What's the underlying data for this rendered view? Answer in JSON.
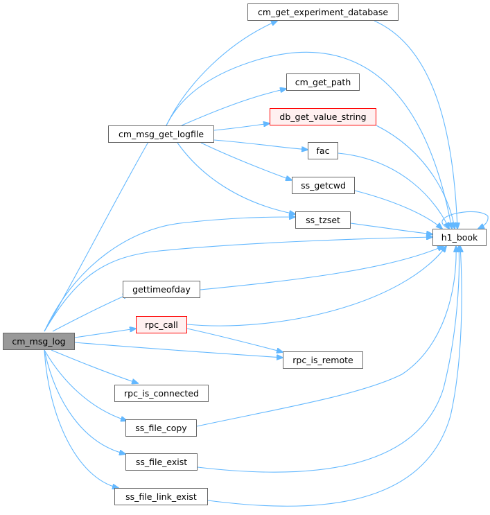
{
  "colors": {
    "edge": "#63b8ff",
    "root_fill": "#999999",
    "red_border": "#ff0000",
    "node_border": "#666666"
  },
  "nodes": {
    "cm_msg_log": "cm_msg_log",
    "cm_msg_get_logfile": "cm_msg_get_logfile",
    "cm_get_experiment_database": "cm_get_experiment_database",
    "cm_get_path": "cm_get_path",
    "db_get_value_string": "db_get_value_string",
    "fac": "fac",
    "ss_getcwd": "ss_getcwd",
    "ss_tzset": "ss_tzset",
    "h1_book": "h1_book",
    "gettimeofday": "gettimeofday",
    "rpc_call": "rpc_call",
    "rpc_is_remote": "rpc_is_remote",
    "rpc_is_connected": "rpc_is_connected",
    "ss_file_copy": "ss_file_copy",
    "ss_file_exist": "ss_file_exist",
    "ss_file_link_exist": "ss_file_link_exist"
  },
  "edges": [
    [
      "cm_msg_log",
      "cm_msg_get_logfile"
    ],
    [
      "cm_msg_log",
      "ss_tzset"
    ],
    [
      "cm_msg_log",
      "h1_book"
    ],
    [
      "cm_msg_log",
      "gettimeofday"
    ],
    [
      "cm_msg_log",
      "rpc_call"
    ],
    [
      "cm_msg_log",
      "rpc_is_remote"
    ],
    [
      "cm_msg_log",
      "rpc_is_connected"
    ],
    [
      "cm_msg_log",
      "ss_file_copy"
    ],
    [
      "cm_msg_log",
      "ss_file_exist"
    ],
    [
      "cm_msg_log",
      "ss_file_link_exist"
    ],
    [
      "cm_msg_get_logfile",
      "cm_get_experiment_database"
    ],
    [
      "cm_msg_get_logfile",
      "h1_book"
    ],
    [
      "cm_msg_get_logfile",
      "cm_get_path"
    ],
    [
      "cm_msg_get_logfile",
      "db_get_value_string"
    ],
    [
      "cm_msg_get_logfile",
      "fac"
    ],
    [
      "cm_msg_get_logfile",
      "ss_getcwd"
    ],
    [
      "cm_msg_get_logfile",
      "ss_tzset"
    ],
    [
      "cm_get_experiment_database",
      "h1_book"
    ],
    [
      "db_get_value_string",
      "h1_book"
    ],
    [
      "fac",
      "h1_book"
    ],
    [
      "ss_getcwd",
      "h1_book"
    ],
    [
      "ss_tzset",
      "h1_book"
    ],
    [
      "h1_book",
      "h1_book"
    ],
    [
      "gettimeofday",
      "h1_book"
    ],
    [
      "rpc_call",
      "h1_book"
    ],
    [
      "rpc_call",
      "rpc_is_remote"
    ],
    [
      "ss_file_copy",
      "h1_book"
    ],
    [
      "ss_file_exist",
      "h1_book"
    ],
    [
      "ss_file_link_exist",
      "h1_book"
    ]
  ]
}
